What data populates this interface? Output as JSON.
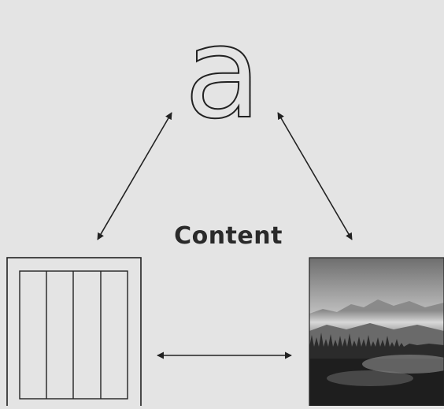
{
  "diagram": {
    "center_label": "Content",
    "top_glyph": "a",
    "icons": {
      "top": "letter-a-outline-icon",
      "bottom_left": "column-grid-layout-icon",
      "bottom_right": "mountain-forest-photo"
    },
    "colors": {
      "background": "#e4e4e4",
      "stroke": "#222222",
      "label": "#2a2a2a"
    }
  }
}
